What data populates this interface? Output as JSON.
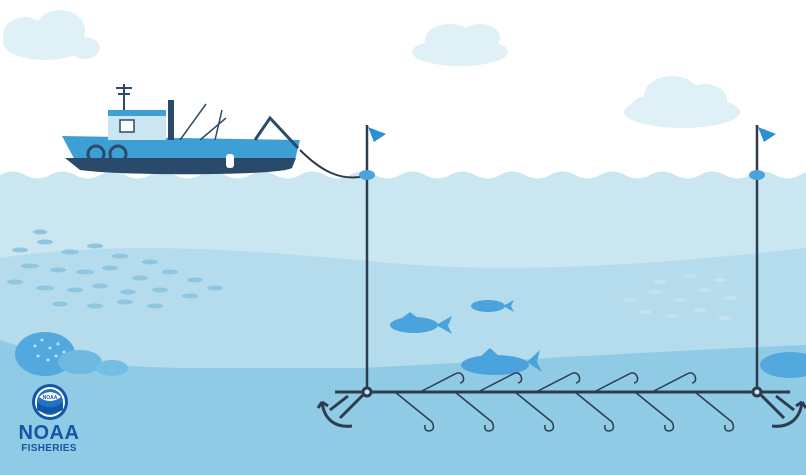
{
  "logo": {
    "title": "NOAA",
    "subtitle": "FISHERIES",
    "badge_text": "NOAA",
    "color": "#1456a6"
  },
  "diagram": {
    "subject": "Bottom longline fishing gear",
    "elements": [
      "fishing-boat",
      "mainline",
      "buoy",
      "flag",
      "buoy-line",
      "groundline",
      "anchor",
      "hooks",
      "fish",
      "fish-school",
      "coral",
      "clouds"
    ]
  },
  "colors": {
    "sky": "#ffffff",
    "water_surface": "#c9e6f1",
    "water_mid": "#b3dceb",
    "seafloor": "#8cc9e3",
    "gear_line": "#2d3c4e",
    "boat": "#3d9fd4",
    "fish": "#4aa3dc",
    "cloud": "#dff0f7"
  }
}
